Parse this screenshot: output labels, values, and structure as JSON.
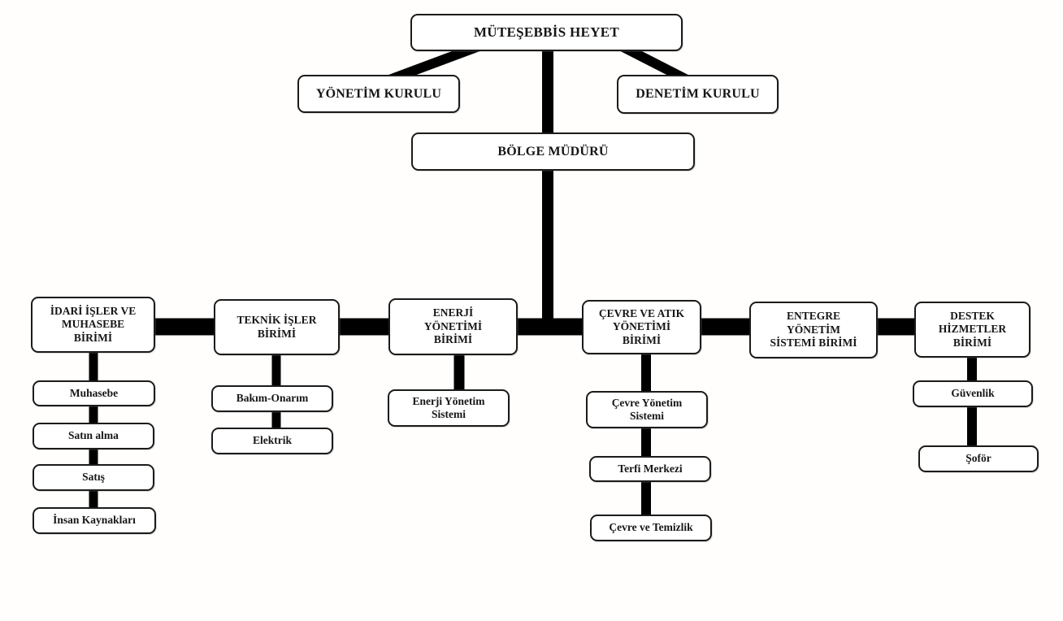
{
  "org": {
    "top": {
      "label": "MÜTEŞEBBİS HEYET"
    },
    "boards": [
      {
        "label": "YÖNETİM KURULU"
      },
      {
        "label": "DENETİM KURULU"
      }
    ],
    "manager": {
      "label": "BÖLGE MÜDÜRÜ"
    },
    "departments": [
      {
        "label": "İDARİ İŞLER VE\nMUHASEBE\nBİRİMİ",
        "children": [
          "Muhasebe",
          "Satın alma",
          "Satış",
          "İnsan Kaynakları"
        ]
      },
      {
        "label": "TEKNİK İŞLER\nBİRİMİ",
        "children": [
          "Bakım-Onarım",
          "Elektrik"
        ]
      },
      {
        "label": "ENERJİ\nYÖNETİMİ\nBİRİMİ",
        "children": [
          "Enerji Yönetim\nSistemi"
        ]
      },
      {
        "label": "ÇEVRE VE ATIK\nYÖNETİMİ\nBİRİMİ",
        "children": [
          "Çevre Yönetim\nSistemi",
          "Terfi Merkezi",
          "Çevre ve Temizlik"
        ]
      },
      {
        "label": "ENTEGRE\nYÖNETİM\nSİSTEMİ BİRİMİ",
        "children": []
      },
      {
        "label": "DESTEK\nHİZMETLER\nBİRİMİ",
        "children": [
          "Güvenlik",
          "Şoför"
        ]
      }
    ],
    "colors": {
      "connector": "#000000",
      "box_border": "#1b1b1b",
      "box_fill": "#ffffff",
      "text": "#161616",
      "background": "#fffefc"
    }
  }
}
